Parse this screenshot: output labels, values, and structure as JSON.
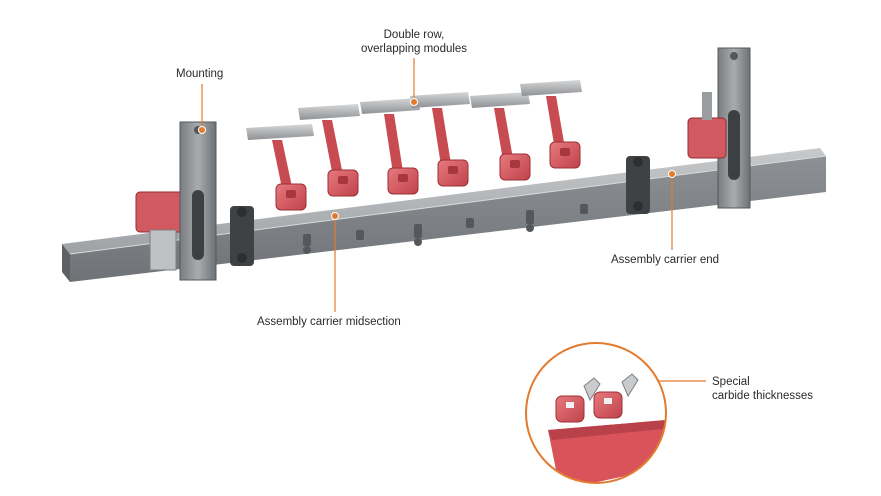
{
  "labels": {
    "double_row_1": "Double row,",
    "double_row_2": "overlapping modules",
    "mounting": "Mounting",
    "carrier_end": "Assembly carrier end",
    "carrier_mid": "Assembly carrier midsection",
    "carbide_1": "Special",
    "carbide_2": "carbide thicknesses"
  },
  "colors": {
    "accent": "#e37b2e",
    "module_red": "#d9545a",
    "steel": "#a7a9ab",
    "text": "#2a2a2a"
  }
}
